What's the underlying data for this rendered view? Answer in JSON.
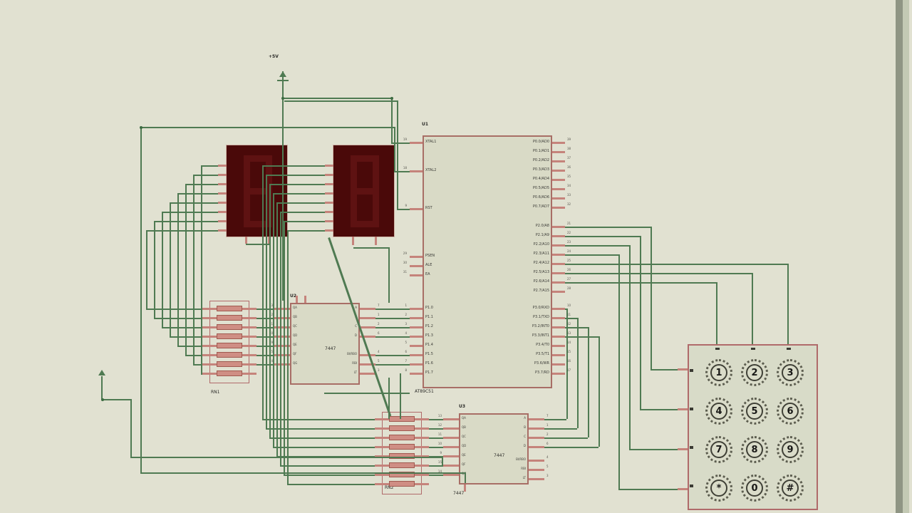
{
  "app": {
    "background": "#e1e1d1",
    "tool": "schematic-editor"
  },
  "power": {
    "label": "+5V"
  },
  "mcu": {
    "ref": "U1",
    "value": "AT89C51",
    "left_pins": [
      {
        "num": "19",
        "label": "XTAL1"
      },
      {
        "num": "18",
        "label": "XTAL2"
      },
      {
        "num": "9",
        "label": "RST"
      },
      {
        "num": "29",
        "label": "PSEN"
      },
      {
        "num": "30",
        "label": "ALE"
      },
      {
        "num": "31",
        "label": "EA"
      },
      {
        "num": "1",
        "label": "P1.0"
      },
      {
        "num": "2",
        "label": "P1.1"
      },
      {
        "num": "3",
        "label": "P1.2"
      },
      {
        "num": "4",
        "label": "P1.3"
      },
      {
        "num": "5",
        "label": "P1.4"
      },
      {
        "num": "6",
        "label": "P1.5"
      },
      {
        "num": "7",
        "label": "P1.6"
      },
      {
        "num": "8",
        "label": "P1.7"
      }
    ],
    "right_pins": [
      {
        "num": "39",
        "label": "P0.0/AD0"
      },
      {
        "num": "38",
        "label": "P0.1/AD1"
      },
      {
        "num": "37",
        "label": "P0.2/AD2"
      },
      {
        "num": "36",
        "label": "P0.3/AD3"
      },
      {
        "num": "35",
        "label": "P0.4/AD4"
      },
      {
        "num": "34",
        "label": "P0.5/AD5"
      },
      {
        "num": "33",
        "label": "P0.6/AD6"
      },
      {
        "num": "32",
        "label": "P0.7/AD7"
      },
      {
        "num": "21",
        "label": "P2.0/A8"
      },
      {
        "num": "22",
        "label": "P2.1/A9"
      },
      {
        "num": "23",
        "label": "P2.2/A10"
      },
      {
        "num": "24",
        "label": "P2.3/A11"
      },
      {
        "num": "25",
        "label": "P2.4/A12"
      },
      {
        "num": "26",
        "label": "P2.5/A13"
      },
      {
        "num": "27",
        "label": "P2.6/A14"
      },
      {
        "num": "28",
        "label": "P2.7/A15"
      },
      {
        "num": "10",
        "label": "P3.0/RXD"
      },
      {
        "num": "11",
        "label": "P3.1/TXD"
      },
      {
        "num": "12",
        "label": "P3.2/INT0"
      },
      {
        "num": "13",
        "label": "P3.3/INT1"
      },
      {
        "num": "14",
        "label": "P3.4/T0"
      },
      {
        "num": "15",
        "label": "P3.5/T1"
      },
      {
        "num": "16",
        "label": "P3.6/WR"
      },
      {
        "num": "17",
        "label": "P3.7/RD"
      }
    ]
  },
  "decoder1": {
    "ref": "U2",
    "value": "7447",
    "left_pins": [
      {
        "num": "13",
        "label": "QA"
      },
      {
        "num": "12",
        "label": "QB"
      },
      {
        "num": "11",
        "label": "QC"
      },
      {
        "num": "10",
        "label": "QD"
      },
      {
        "num": "9",
        "label": "QE"
      },
      {
        "num": "15",
        "label": "QF"
      },
      {
        "num": "14",
        "label": "QG"
      }
    ],
    "right_pins": [
      {
        "num": "7",
        "label": "A"
      },
      {
        "num": "1",
        "label": "B"
      },
      {
        "num": "2",
        "label": "C"
      },
      {
        "num": "6",
        "label": "D"
      },
      {
        "num": "4",
        "label": "BI/RBO"
      },
      {
        "num": "5",
        "label": "RBI"
      },
      {
        "num": "3",
        "label": "LT"
      }
    ]
  },
  "decoder2": {
    "ref": "U3",
    "value": "7447",
    "left_pins": [
      {
        "num": "13",
        "label": "QA"
      },
      {
        "num": "12",
        "label": "QB"
      },
      {
        "num": "11",
        "label": "QC"
      },
      {
        "num": "10",
        "label": "QD"
      },
      {
        "num": "9",
        "label": "QE"
      },
      {
        "num": "15",
        "label": "QF"
      },
      {
        "num": "14",
        "label": "QG"
      }
    ],
    "right_pins": [
      {
        "num": "7",
        "label": "A"
      },
      {
        "num": "1",
        "label": "B"
      },
      {
        "num": "2",
        "label": "C"
      },
      {
        "num": "6",
        "label": "D"
      },
      {
        "num": "4",
        "label": "BI/RBO"
      },
      {
        "num": "5",
        "label": "RBI"
      },
      {
        "num": "3",
        "label": "LT"
      }
    ]
  },
  "respack1": {
    "ref": "RN1"
  },
  "respack2": {
    "ref": "RN2"
  },
  "keypad": {
    "rows": [
      [
        "1",
        "2",
        "3"
      ],
      [
        "4",
        "5",
        "6"
      ],
      [
        "7",
        "8",
        "9"
      ],
      [
        "*",
        "0",
        "#"
      ]
    ]
  },
  "colors": {
    "wire": "#4f7a52",
    "pin": "#c5837b",
    "ic_border": "#a86e66",
    "ic_fill": "#d9dac6",
    "display_body": "#4a0909",
    "display_segment": "#5e1212",
    "background": "#e1e1d1"
  }
}
